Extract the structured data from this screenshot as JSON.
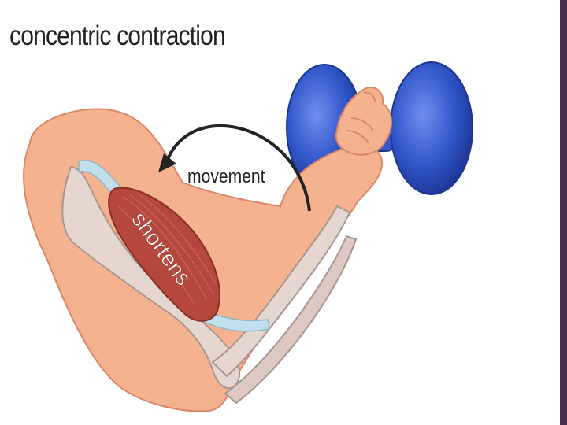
{
  "title": "concentric contraction",
  "labels": {
    "movement": "movement",
    "muscle": "shortens"
  },
  "icons": {
    "arm": "flexed-arm-illustration",
    "dumbbell": "dumbbell-icon",
    "arrow": "curved-arrow-icon"
  },
  "colors": {
    "skin": "#f5b28f",
    "skin_outline": "#d8876a",
    "bone": "#e6d6d0",
    "muscle": "#b5473d",
    "tendon": "#bfe0ec",
    "dumbbell": "#2f56c8",
    "accent_bar": "#4a2f4e"
  }
}
